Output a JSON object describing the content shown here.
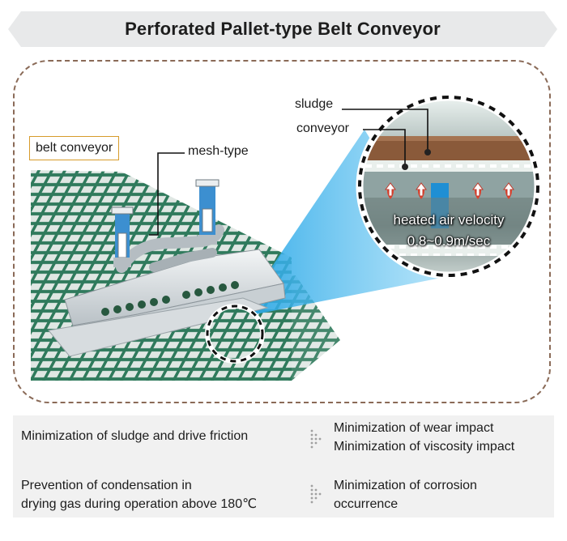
{
  "title": "Perforated Pallet-type Belt Conveyor",
  "labels": {
    "belt_conveyor": "belt conveyor",
    "mesh_type": "mesh-type",
    "sludge": "sludge",
    "conveyor": "conveyor",
    "heated_air_velocity": "heated air velocity",
    "velocity_value": "0.8~0.9m/sec"
  },
  "effects": [
    {
      "cause_lines": [
        "Minimization of sludge and drive friction"
      ],
      "result_lines": [
        "Minimization of wear impact",
        "Minimization of viscosity impact"
      ]
    },
    {
      "cause_lines": [
        "Prevention of condensation in",
        "drying gas during operation above 180℃"
      ],
      "result_lines": [
        "Minimization of corrosion",
        "occurrence"
      ]
    }
  ],
  "colors": {
    "frame_border": "#8a6a57",
    "label_border": "#d79b2b",
    "belt_green": "#2f7a5c",
    "beam_blue": "#1fa3e6",
    "sludge_brown": "#8a5a3a",
    "flame_red": "#e2412b",
    "panel_bg": "#f1f1f1",
    "title_bg": "#e8e9ea"
  }
}
